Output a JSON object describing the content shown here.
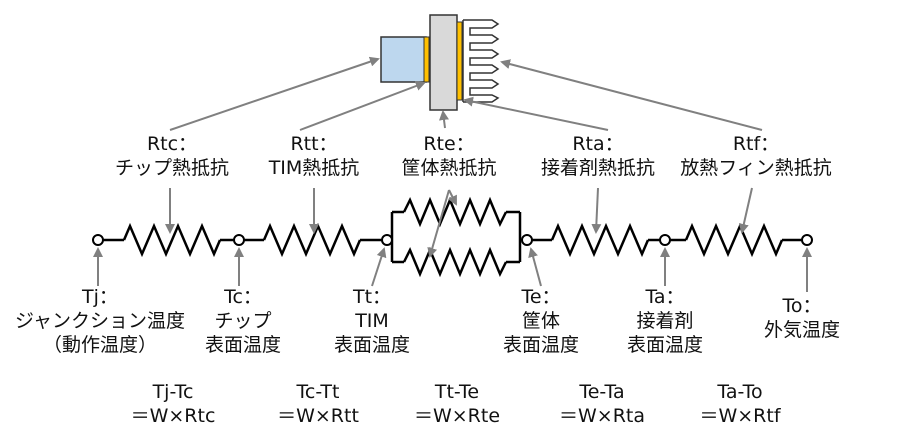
{
  "resistances": [
    {
      "symbol": "Rtc：",
      "name": "チップ熱抵抗"
    },
    {
      "symbol": "Rtt：",
      "name": "TIM熱抵抗"
    },
    {
      "symbol": "Rte：",
      "name": "筐体熱抵抗"
    },
    {
      "symbol": "Rta：",
      "name": "接着剤熱抵抗"
    },
    {
      "symbol": "Rtf：",
      "name": "放熱フィン熱抵抗"
    }
  ],
  "nodes": [
    {
      "lines": [
        "Tj：",
        "ジャンクション温度",
        "（動作温度）"
      ]
    },
    {
      "lines": [
        "Tc：",
        "チップ",
        "表面温度"
      ]
    },
    {
      "lines": [
        "Tt：",
        "TIM",
        "表面温度"
      ]
    },
    {
      "lines": [
        "Te：",
        "筐体",
        "表面温度"
      ]
    },
    {
      "lines": [
        "Ta：",
        "接着剤",
        "表面温度"
      ]
    },
    {
      "lines": [
        "To：",
        "外気温度"
      ]
    }
  ],
  "equations": [
    {
      "diff": "Tj-Tc",
      "formula": "＝W×Rtc"
    },
    {
      "diff": "Tc-Tt",
      "formula": "＝W×Rtt"
    },
    {
      "diff": "Tt-Te",
      "formula": "＝W×Rte"
    },
    {
      "diff": "Te-Ta",
      "formula": "＝W×Rta"
    },
    {
      "diff": "Ta-To",
      "formula": "＝W×Rtf"
    }
  ],
  "colors": {
    "chip": "#bdd7ee",
    "tim": "#ffc000",
    "case": "#d9d9d9",
    "arrow": "#808080",
    "wire": "#000000"
  }
}
